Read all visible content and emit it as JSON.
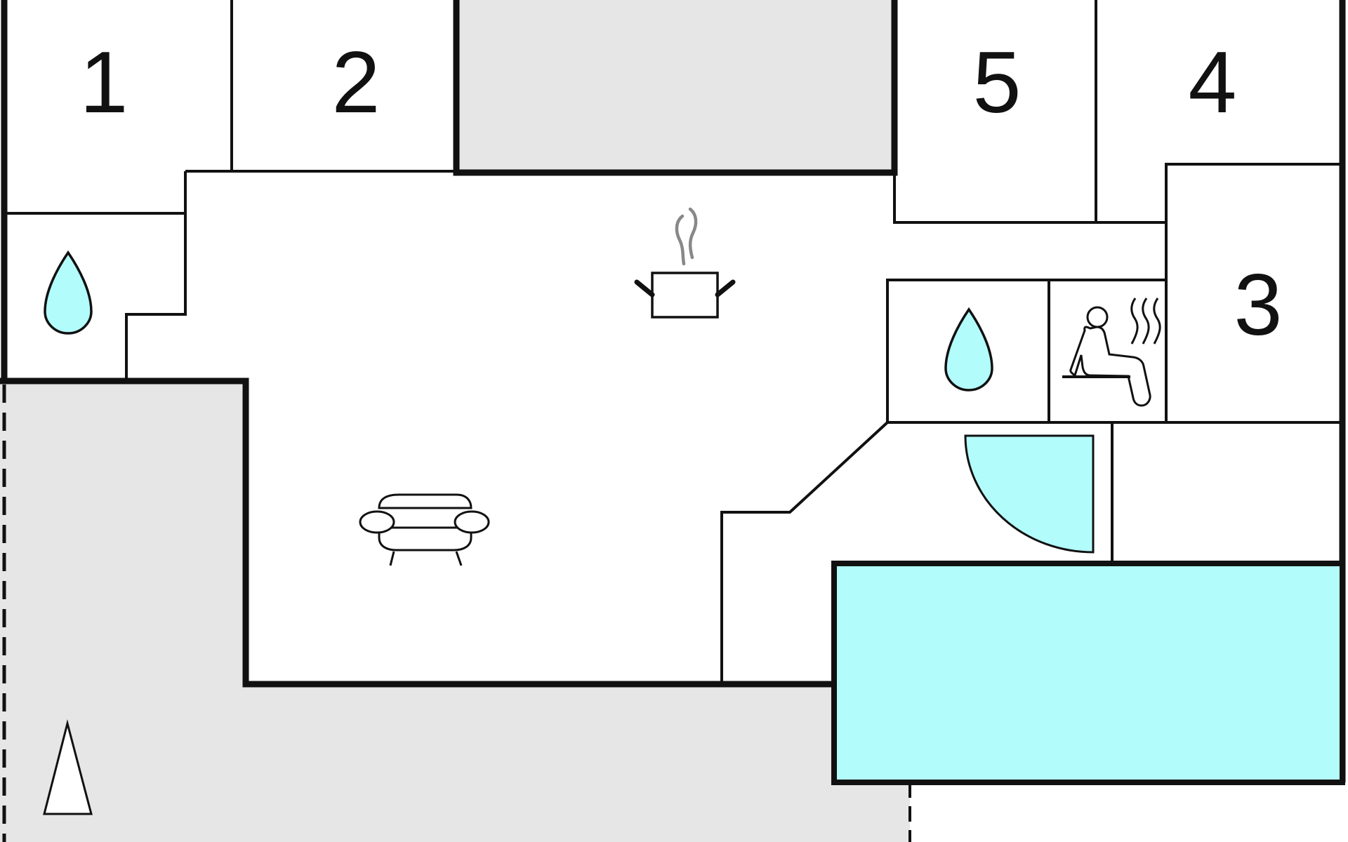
{
  "colors": {
    "wall": "#111111",
    "outdoor_area": "#e6e6e6",
    "water": "#b3fcfc",
    "background": "#ffffff",
    "steam": "#888888"
  },
  "rooms": [
    {
      "id": "bedroom-1",
      "label": "1",
      "type": "bedroom"
    },
    {
      "id": "bedroom-2",
      "label": "2",
      "type": "bedroom"
    },
    {
      "id": "bedroom-5",
      "label": "5",
      "type": "bedroom"
    },
    {
      "id": "bedroom-4",
      "label": "4",
      "type": "bedroom"
    },
    {
      "id": "bedroom-3",
      "label": "3",
      "type": "bedroom"
    }
  ],
  "icons": [
    {
      "name": "water-drop-icon",
      "room": "bathroom-left"
    },
    {
      "name": "water-drop-icon",
      "room": "bathroom-right"
    },
    {
      "name": "cooking-pot-icon",
      "room": "kitchen"
    },
    {
      "name": "sofa-icon",
      "room": "living-room"
    },
    {
      "name": "sauna-icon",
      "room": "sauna"
    },
    {
      "name": "hot-tub-icon",
      "room": "spa"
    },
    {
      "name": "pool-icon",
      "room": "terrace"
    },
    {
      "name": "tent-icon",
      "room": "outdoor"
    }
  ]
}
